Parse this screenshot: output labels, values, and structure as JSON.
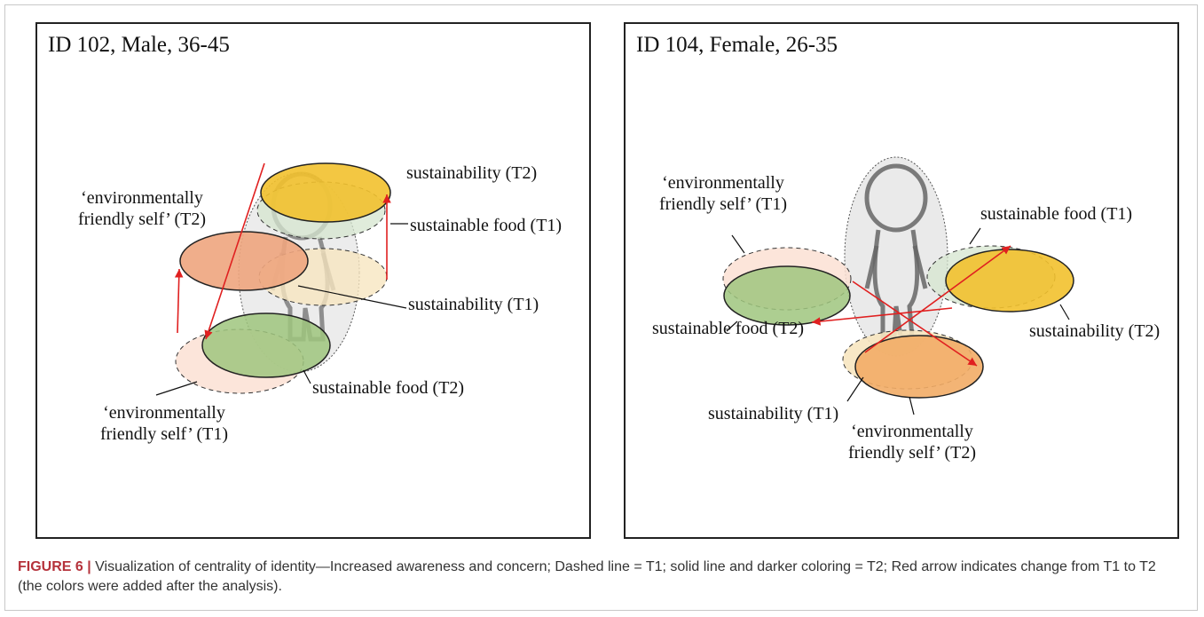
{
  "left_panel": {
    "title": "ID 102, Male, 36-45",
    "labels": {
      "sustainability_t2": "sustainability (T2)",
      "env_self_t2_line1": "‘environmentally",
      "env_self_t2_line2": "friendly self’ (T2)",
      "sustainable_food_t1": "sustainable food (T1)",
      "sustainability_t1": "sustainability (T1)",
      "sustainable_food_t2": "sustainable food (T2)",
      "env_self_t1_line1": "‘environmentally",
      "env_self_t1_line2": "friendly self’ (T1)"
    }
  },
  "right_panel": {
    "title": "ID 104, Female, 26-35",
    "labels": {
      "env_self_t1_line1": "‘environmentally",
      "env_self_t1_line2": "friendly self’ (T1)",
      "sustainable_food_t1": "sustainable food (T1)",
      "sustainable_food_t2": "sustainable food (T2)",
      "sustainability_t2": "sustainability (T2)",
      "sustainability_t1": "sustainability (T1)",
      "env_self_t2_line1": "‘environmentally",
      "env_self_t2_line2": "friendly self’ (T2)"
    }
  },
  "caption": {
    "label": "FIGURE 6 |",
    "text": " Visualization of centrality of identity—Increased awareness and concern; Dashed line = T1; solid line and darker coloring = T2; Red arrow indicates change from T1 to T2 (the colors were added after the analysis)."
  },
  "colors": {
    "sustainability_t2": "#f2c12e",
    "sustainability_t1": "#f7e6c0",
    "sustainable_food_t1": "#d6e6cf",
    "sustainable_food_t2": "#9fc57e",
    "env_self_t1": "#fbe0d4",
    "env_self_t2_left": "#eea57e",
    "env_self_t2_right": "#f2ac66",
    "arrow": "#e02020",
    "caption_label": "#b5323b"
  }
}
